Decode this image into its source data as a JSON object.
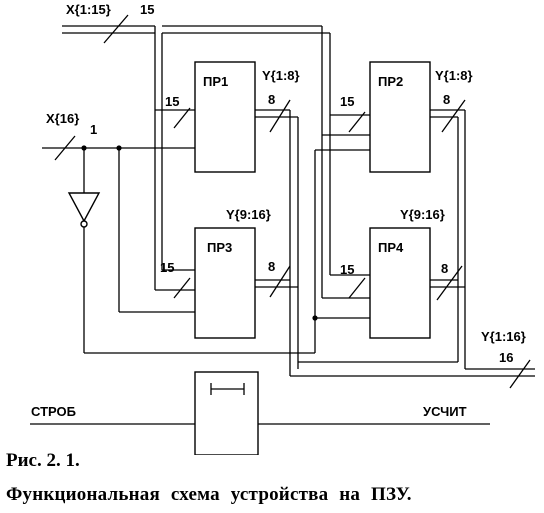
{
  "diagram": {
    "inputs": {
      "address_bus": "X{1:15}",
      "address_bus_width": "15",
      "select_line": "X{16}",
      "select_line_width": "1"
    },
    "blocks": [
      {
        "id": "rom1",
        "name": "ПР1",
        "input_width": "15",
        "output_label": "Y{1:8}",
        "output_width": "8"
      },
      {
        "id": "rom2",
        "name": "ПР2",
        "input_width": "15",
        "output_label": "Y{1:8}",
        "output_width": "8"
      },
      {
        "id": "rom3",
        "name": "ПР3",
        "input_width": "15",
        "output_label": "Y{9:16}",
        "output_width": "8"
      },
      {
        "id": "rom4",
        "name": "ПР4",
        "input_width": "15",
        "output_label": "Y{9:16}",
        "output_width": "8"
      }
    ],
    "output": {
      "bus_label": "Y{1:16}",
      "bus_width": "16"
    },
    "strobe": {
      "input_label": "СТРОБ",
      "output_label": "УСЧИТ"
    }
  },
  "caption": {
    "figure_number": "Рис. 2. 1.",
    "title": "Функциональная схема устройства на ПЗУ."
  }
}
